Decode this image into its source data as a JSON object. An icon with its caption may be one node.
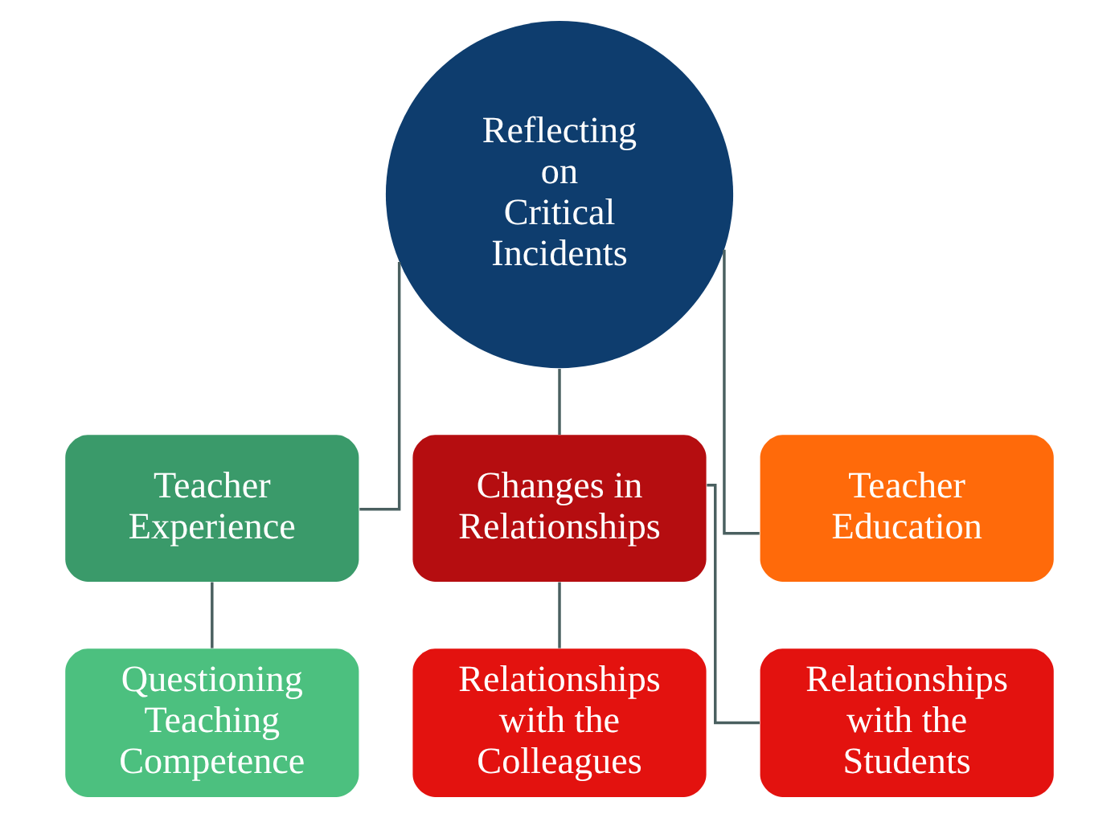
{
  "diagram": {
    "nodes": [
      {
        "text": [
          "Reflecting on Critical Incidents"
        ]
      },
      {
        "text": [
          "Teacher Experience"
        ]
      },
      {
        "text": [
          "Changes in Relationships"
        ]
      },
      {
        "text": [
          "Teacher Education"
        ]
      },
      {
        "text": [
          "Questioning Teaching Competence"
        ]
      },
      {
        "text": [
          "Relationships with the Colleagues"
        ]
      },
      {
        "text": [
          "Relationships with the Students"
        ]
      }
    ],
    "edges": [
      {
        "from": 0,
        "to": 1,
        "arrow": "none"
      },
      {
        "from": 0,
        "to": 2,
        "arrow": "none"
      },
      {
        "from": 0,
        "to": 3,
        "arrow": "none"
      },
      {
        "from": 1,
        "to": 4,
        "arrow": "none"
      },
      {
        "from": 2,
        "to": 5,
        "arrow": "none"
      },
      {
        "from": 2,
        "to": 6,
        "arrow": "none"
      }
    ]
  }
}
